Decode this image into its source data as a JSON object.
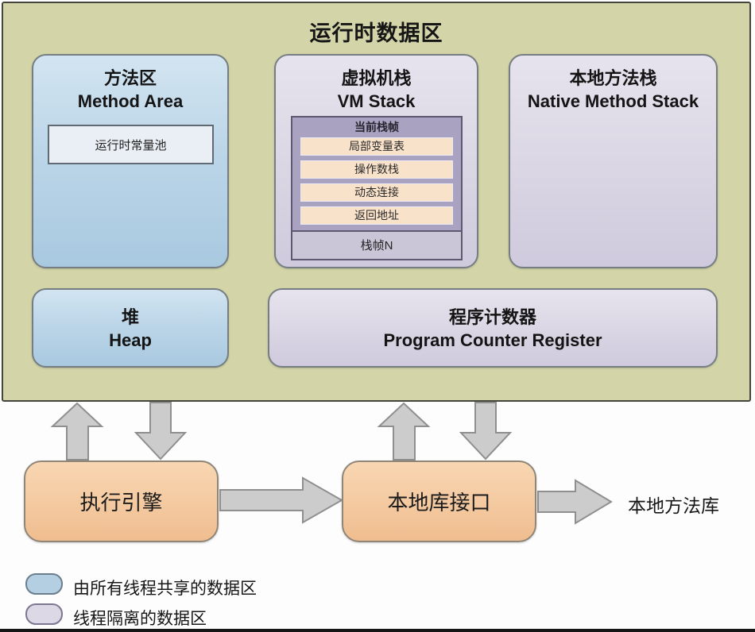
{
  "runtime_area": {
    "title": "运行时数据区",
    "method_area": {
      "title_zh": "方法区",
      "title_en": "Method Area",
      "constant_pool": "运行时常量池"
    },
    "vm_stack": {
      "title_zh": "虚拟机栈",
      "title_en": "VM Stack",
      "frame": {
        "header": "当前栈帧",
        "items": [
          "局部变量表",
          "操作数栈",
          "动态连接",
          "返回地址"
        ],
        "bottom": "栈帧N"
      }
    },
    "native_method_stack": {
      "title_zh": "本地方法栈",
      "title_en": "Native Method Stack"
    },
    "heap": {
      "title_zh": "堆",
      "title_en": "Heap"
    },
    "pc_register": {
      "title_zh": "程序计数器",
      "title_en": "Program Counter Register"
    }
  },
  "engine_row": {
    "execution_engine": "执行引擎",
    "native_interface": "本地库接口",
    "native_library": "本地方法库"
  },
  "legend": [
    {
      "swatch_color": "#b5cfe2",
      "label": "由所有线程共享的数据区"
    },
    {
      "swatch_color": "#ddd8e6",
      "label": "线程隔离的数据区"
    }
  ],
  "colors": {
    "container_green": "#d3d5a9",
    "shared_blue": "#bcd6e8",
    "isolated_lavender": "#dcd8e5",
    "frame_purple": "#a9a2c0",
    "frame_item_peach": "#f9e2ca",
    "engine_orange": "#f4c9a0",
    "arrow_gray": "#cccccc"
  }
}
